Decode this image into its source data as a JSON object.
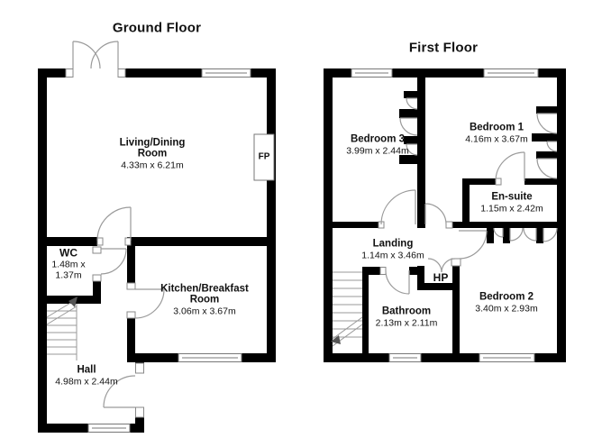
{
  "ground_floor": {
    "title": "Ground Floor",
    "rooms": {
      "living": {
        "name": "Living/Dining Room",
        "dims": "4.33m x 6.21m"
      },
      "wc": {
        "name": "WC",
        "dims": "1.48m x 1.37m"
      },
      "kitchen": {
        "name": "Kitchen/Breakfast Room",
        "dims": "3.06m x 3.67m"
      },
      "hall": {
        "name": "Hall",
        "dims": "4.98m x 2.44m"
      }
    },
    "features": {
      "fireplace": "FP"
    }
  },
  "first_floor": {
    "title": "First Floor",
    "rooms": {
      "bedroom3": {
        "name": "Bedroom 3",
        "dims": "3.99m x 2.44m"
      },
      "bedroom1": {
        "name": "Bedroom 1",
        "dims": "4.16m x 3.67m"
      },
      "ensuite": {
        "name": "En-suite",
        "dims": "1.15m x 2.42m"
      },
      "landing": {
        "name": "Landing",
        "dims": "1.14m x 3.46m"
      },
      "bathroom": {
        "name": "Bathroom",
        "dims": "2.13m x 2.11m"
      },
      "bedroom2": {
        "name": "Bedroom 2",
        "dims": "3.40m x 2.93m"
      }
    },
    "features": {
      "hot_press": "HP"
    }
  },
  "colors": {
    "wall": "#000000",
    "door_line": "#9a9a9a",
    "window_frame": "#777777",
    "background": "#ffffff"
  }
}
